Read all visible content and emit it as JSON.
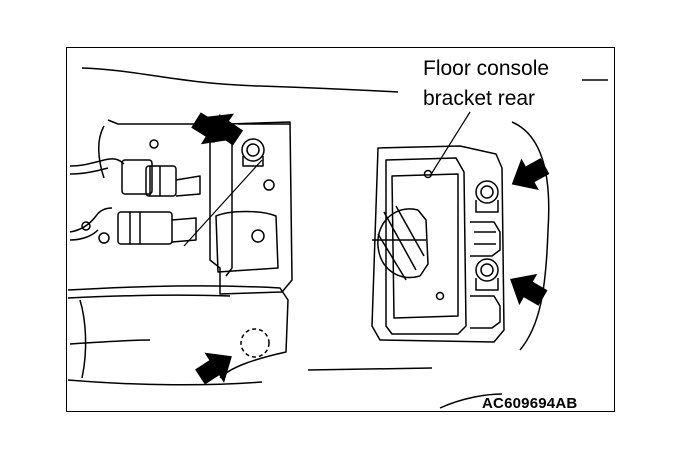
{
  "callout": {
    "line1": "Floor console",
    "line2": "bracket rear"
  },
  "figure_code": "AC609694AB",
  "icons": {
    "pointer": "arrow-icon",
    "hidden_fastener": "dashed-circle-icon"
  },
  "colors": {
    "ink": "#000000",
    "paper": "#ffffff"
  }
}
